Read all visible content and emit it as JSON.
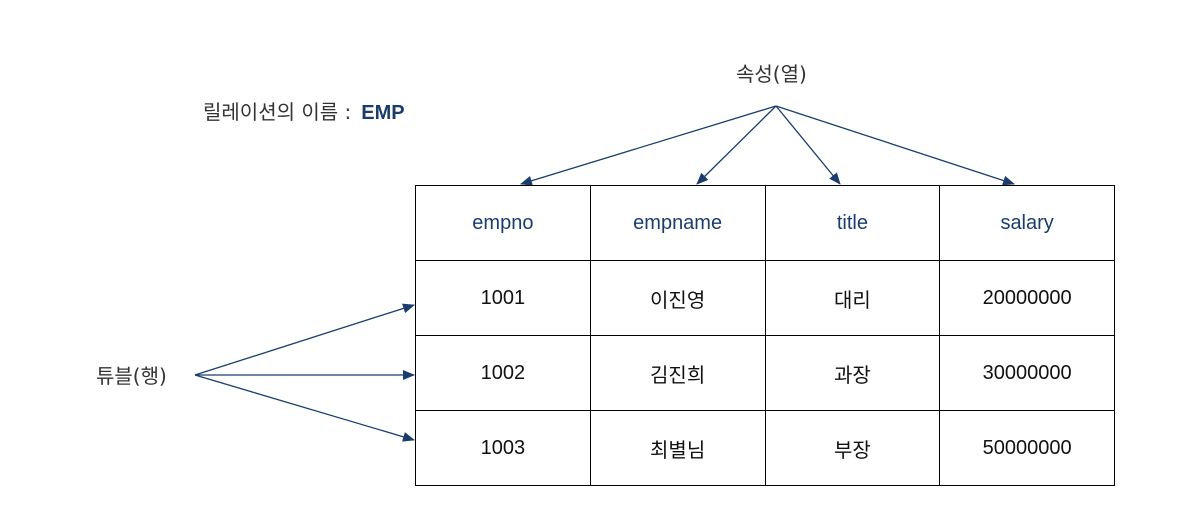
{
  "relation": {
    "label": "릴레이션의 이름 :",
    "name": "EMP"
  },
  "attribute_label": "속성(열)",
  "tuple_label": "튜블(행)",
  "table": {
    "headers": [
      "empno",
      "empname",
      "title",
      "salary"
    ],
    "rows": [
      [
        "1001",
        "이진영",
        "대리",
        "20000000"
      ],
      [
        "1002",
        "김진희",
        "과장",
        "30000000"
      ],
      [
        "1003",
        "최별님",
        "부장",
        "50000000"
      ]
    ]
  },
  "colors": {
    "arrow": "#1a3d6e",
    "header_text": "#1a3d6e",
    "label_text": "#333333"
  }
}
